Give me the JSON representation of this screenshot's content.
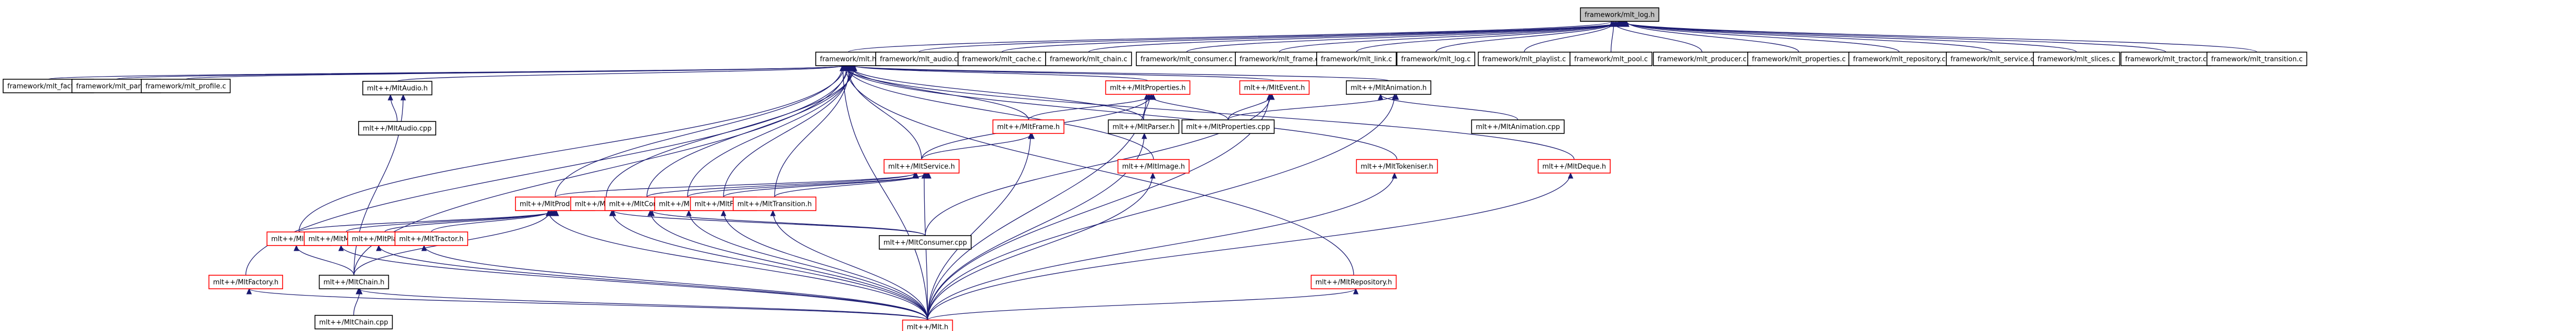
{
  "graph": {
    "title": "framework/mlt_log.h include dependency graph",
    "colors": {
      "edge": "#191970",
      "root_fill": "#bfbfbf",
      "node_border_default": "#000000",
      "node_border_truncated": "#ff0000"
    },
    "nodes": [
      {
        "id": "root",
        "label": "framework/mlt_log.h",
        "style": "root"
      },
      {
        "id": "mlt_h",
        "label": "framework/mlt.h",
        "style": "black"
      },
      {
        "id": "audio_c",
        "label": "framework/mlt_audio.c",
        "style": "black"
      },
      {
        "id": "cache_c",
        "label": "framework/mlt_cache.c",
        "style": "black"
      },
      {
        "id": "chain_c",
        "label": "framework/mlt_chain.c",
        "style": "black"
      },
      {
        "id": "consumer_c",
        "label": "framework/mlt_consumer.c",
        "style": "black"
      },
      {
        "id": "frame_c",
        "label": "framework/mlt_frame.c",
        "style": "black"
      },
      {
        "id": "link_c",
        "label": "framework/mlt_link.c",
        "style": "black"
      },
      {
        "id": "log_c",
        "label": "framework/mlt_log.c",
        "style": "black"
      },
      {
        "id": "playlist_c",
        "label": "framework/mlt_playlist.c",
        "style": "black"
      },
      {
        "id": "pool_c",
        "label": "framework/mlt_pool.c",
        "style": "black"
      },
      {
        "id": "producer_c",
        "label": "framework/mlt_producer.c",
        "style": "black"
      },
      {
        "id": "properties_c",
        "label": "framework/mlt_properties.c",
        "style": "black"
      },
      {
        "id": "repository_c",
        "label": "framework/mlt_repository.c",
        "style": "black"
      },
      {
        "id": "service_c",
        "label": "framework/mlt_service.c",
        "style": "black"
      },
      {
        "id": "slices_c",
        "label": "framework/mlt_slices.c",
        "style": "black"
      },
      {
        "id": "tractor_c",
        "label": "framework/mlt_tractor.c",
        "style": "black"
      },
      {
        "id": "transition_c",
        "label": "framework/mlt_transition.c",
        "style": "black"
      },
      {
        "id": "factory_c",
        "label": "framework/mlt_factory.c",
        "style": "black"
      },
      {
        "id": "parser_c",
        "label": "framework/mlt_parser.c",
        "style": "black"
      },
      {
        "id": "profile_c",
        "label": "framework/mlt_profile.c",
        "style": "black"
      },
      {
        "id": "MltAudio_h",
        "label": "mlt++/MltAudio.h",
        "style": "black"
      },
      {
        "id": "MltAudio_cpp",
        "label": "mlt++/MltAudio.cpp",
        "style": "black"
      },
      {
        "id": "MltProperties_h",
        "label": "mlt++/MltProperties.h",
        "style": "red"
      },
      {
        "id": "MltEvent_h",
        "label": "mlt++/MltEvent.h",
        "style": "red"
      },
      {
        "id": "MltAnimation_h",
        "label": "mlt++/MltAnimation.h",
        "style": "black"
      },
      {
        "id": "MltFrame_h",
        "label": "mlt++/MltFrame.h",
        "style": "red"
      },
      {
        "id": "MltParser_h",
        "label": "mlt++/MltParser.h",
        "style": "black"
      },
      {
        "id": "MltProperties_cpp",
        "label": "mlt++/MltProperties.cpp",
        "style": "black"
      },
      {
        "id": "MltAnimation_cpp",
        "label": "mlt++/MltAnimation.cpp",
        "style": "black"
      },
      {
        "id": "MltService_h",
        "label": "mlt++/MltService.h",
        "style": "red"
      },
      {
        "id": "MltImage_h",
        "label": "mlt++/MltImage.h",
        "style": "red"
      },
      {
        "id": "MltTokeniser_h",
        "label": "mlt++/MltTokeniser.h",
        "style": "red"
      },
      {
        "id": "MltDeque_h",
        "label": "mlt++/MltDeque.h",
        "style": "red"
      },
      {
        "id": "MltProducer_h",
        "label": "mlt++/MltProducer.h",
        "style": "red"
      },
      {
        "id": "MltProfile_h",
        "label": "mlt++/MltProfile.h",
        "style": "red"
      },
      {
        "id": "MltConsumer_h",
        "label": "mlt++/MltConsumer.h",
        "style": "red"
      },
      {
        "id": "MltField_h",
        "label": "mlt++/MltField.h",
        "style": "red"
      },
      {
        "id": "MltFilter_h",
        "label": "mlt++/MltFilter.h",
        "style": "red"
      },
      {
        "id": "MltTransition_h",
        "label": "mlt++/MltTransition.h",
        "style": "red"
      },
      {
        "id": "MltLink_h",
        "label": "mlt++/MltLink.h",
        "style": "red"
      },
      {
        "id": "MltMultitrack_h",
        "label": "mlt++/MltMultitrack.h",
        "style": "red"
      },
      {
        "id": "MltPlaylist_h",
        "label": "mlt++/MltPlaylist.h",
        "style": "red"
      },
      {
        "id": "MltTractor_h",
        "label": "mlt++/MltTractor.h",
        "style": "red"
      },
      {
        "id": "MltConsumer_cpp",
        "label": "mlt++/MltConsumer.cpp",
        "style": "black"
      },
      {
        "id": "MltFactory_h",
        "label": "mlt++/MltFactory.h",
        "style": "red"
      },
      {
        "id": "MltChain_h",
        "label": "mlt++/MltChain.h",
        "style": "black"
      },
      {
        "id": "MltRepository_h",
        "label": "mlt++/MltRepository.h",
        "style": "red"
      },
      {
        "id": "MltChain_cpp",
        "label": "mlt++/MltChain.cpp",
        "style": "black"
      },
      {
        "id": "Mlt_h",
        "label": "mlt++/Mlt.h",
        "style": "red"
      }
    ],
    "edges": [
      [
        "mlt_h",
        "root"
      ],
      [
        "audio_c",
        "root"
      ],
      [
        "cache_c",
        "root"
      ],
      [
        "chain_c",
        "root"
      ],
      [
        "consumer_c",
        "root"
      ],
      [
        "frame_c",
        "root"
      ],
      [
        "link_c",
        "root"
      ],
      [
        "log_c",
        "root"
      ],
      [
        "playlist_c",
        "root"
      ],
      [
        "pool_c",
        "root"
      ],
      [
        "producer_c",
        "root"
      ],
      [
        "properties_c",
        "root"
      ],
      [
        "repository_c",
        "root"
      ],
      [
        "service_c",
        "root"
      ],
      [
        "slices_c",
        "root"
      ],
      [
        "tractor_c",
        "root"
      ],
      [
        "transition_c",
        "root"
      ],
      [
        "factory_c",
        "mlt_h"
      ],
      [
        "parser_c",
        "mlt_h"
      ],
      [
        "profile_c",
        "mlt_h"
      ],
      [
        "MltAudio_h",
        "mlt_h"
      ],
      [
        "MltProperties_h",
        "mlt_h"
      ],
      [
        "MltEvent_h",
        "mlt_h"
      ],
      [
        "MltAnimation_h",
        "mlt_h"
      ],
      [
        "MltFrame_h",
        "mlt_h"
      ],
      [
        "MltParser_h",
        "mlt_h"
      ],
      [
        "MltService_h",
        "mlt_h"
      ],
      [
        "MltImage_h",
        "mlt_h"
      ],
      [
        "MltTokeniser_h",
        "mlt_h"
      ],
      [
        "MltDeque_h",
        "mlt_h"
      ],
      [
        "MltProducer_h",
        "mlt_h"
      ],
      [
        "MltProfile_h",
        "mlt_h"
      ],
      [
        "MltConsumer_h",
        "mlt_h"
      ],
      [
        "MltField_h",
        "mlt_h"
      ],
      [
        "MltFilter_h",
        "mlt_h"
      ],
      [
        "MltTransition_h",
        "mlt_h"
      ],
      [
        "MltFactory_h",
        "mlt_h"
      ],
      [
        "MltChain_h",
        "mlt_h"
      ],
      [
        "MltRepository_h",
        "mlt_h"
      ],
      [
        "MltLink_h",
        "mlt_h"
      ],
      [
        "Mlt_h",
        "mlt_h"
      ],
      [
        "MltAudio_cpp",
        "MltAudio_h"
      ],
      [
        "MltChain_h",
        "MltAudio_h"
      ],
      [
        "MltFrame_h",
        "MltProperties_h"
      ],
      [
        "MltService_h",
        "MltProperties_h"
      ],
      [
        "MltParser_h",
        "MltProperties_h"
      ],
      [
        "MltProperties_cpp",
        "MltProperties_h"
      ],
      [
        "Mlt_h",
        "MltProperties_h"
      ],
      [
        "MltProperties_cpp",
        "MltEvent_h"
      ],
      [
        "MltConsumer_cpp",
        "MltEvent_h"
      ],
      [
        "Mlt_h",
        "MltEvent_h"
      ],
      [
        "MltAnimation_cpp",
        "MltAnimation_h"
      ],
      [
        "MltProperties_cpp",
        "MltAnimation_h"
      ],
      [
        "Mlt_h",
        "MltAnimation_h"
      ],
      [
        "MltService_h",
        "MltFrame_h"
      ],
      [
        "Mlt_h",
        "MltFrame_h"
      ],
      [
        "Mlt_h",
        "MltParser_h"
      ],
      [
        "Mlt_h",
        "MltImage_h"
      ],
      [
        "Mlt_h",
        "MltTokeniser_h"
      ],
      [
        "Mlt_h",
        "MltDeque_h"
      ],
      [
        "MltProducer_h",
        "MltService_h"
      ],
      [
        "MltConsumer_h",
        "MltService_h"
      ],
      [
        "MltField_h",
        "MltService_h"
      ],
      [
        "MltFilter_h",
        "MltService_h"
      ],
      [
        "MltTransition_h",
        "MltService_h"
      ],
      [
        "Mlt_h",
        "MltService_h"
      ],
      [
        "MltLink_h",
        "MltProducer_h"
      ],
      [
        "MltMultitrack_h",
        "MltProducer_h"
      ],
      [
        "MltPlaylist_h",
        "MltProducer_h"
      ],
      [
        "MltTractor_h",
        "MltProducer_h"
      ],
      [
        "MltChain_h",
        "MltProducer_h"
      ],
      [
        "Mlt_h",
        "MltProducer_h"
      ],
      [
        "MltConsumer_cpp",
        "MltProfile_h"
      ],
      [
        "Mlt_h",
        "MltProfile_h"
      ],
      [
        "MltConsumer_cpp",
        "MltConsumer_h"
      ],
      [
        "Mlt_h",
        "MltConsumer_h"
      ],
      [
        "Mlt_h",
        "MltField_h"
      ],
      [
        "Mlt_h",
        "MltFilter_h"
      ],
      [
        "Mlt_h",
        "MltTransition_h"
      ],
      [
        "MltChain_h",
        "MltLink_h"
      ],
      [
        "Mlt_h",
        "MltMultitrack_h"
      ],
      [
        "Mlt_h",
        "MltPlaylist_h"
      ],
      [
        "Mlt_h",
        "MltTractor_h"
      ],
      [
        "MltChain_cpp",
        "MltChain_h"
      ],
      [
        "Mlt_h",
        "MltChain_h"
      ],
      [
        "Mlt_h",
        "MltFactory_h"
      ],
      [
        "Mlt_h",
        "MltRepository_h"
      ]
    ]
  }
}
